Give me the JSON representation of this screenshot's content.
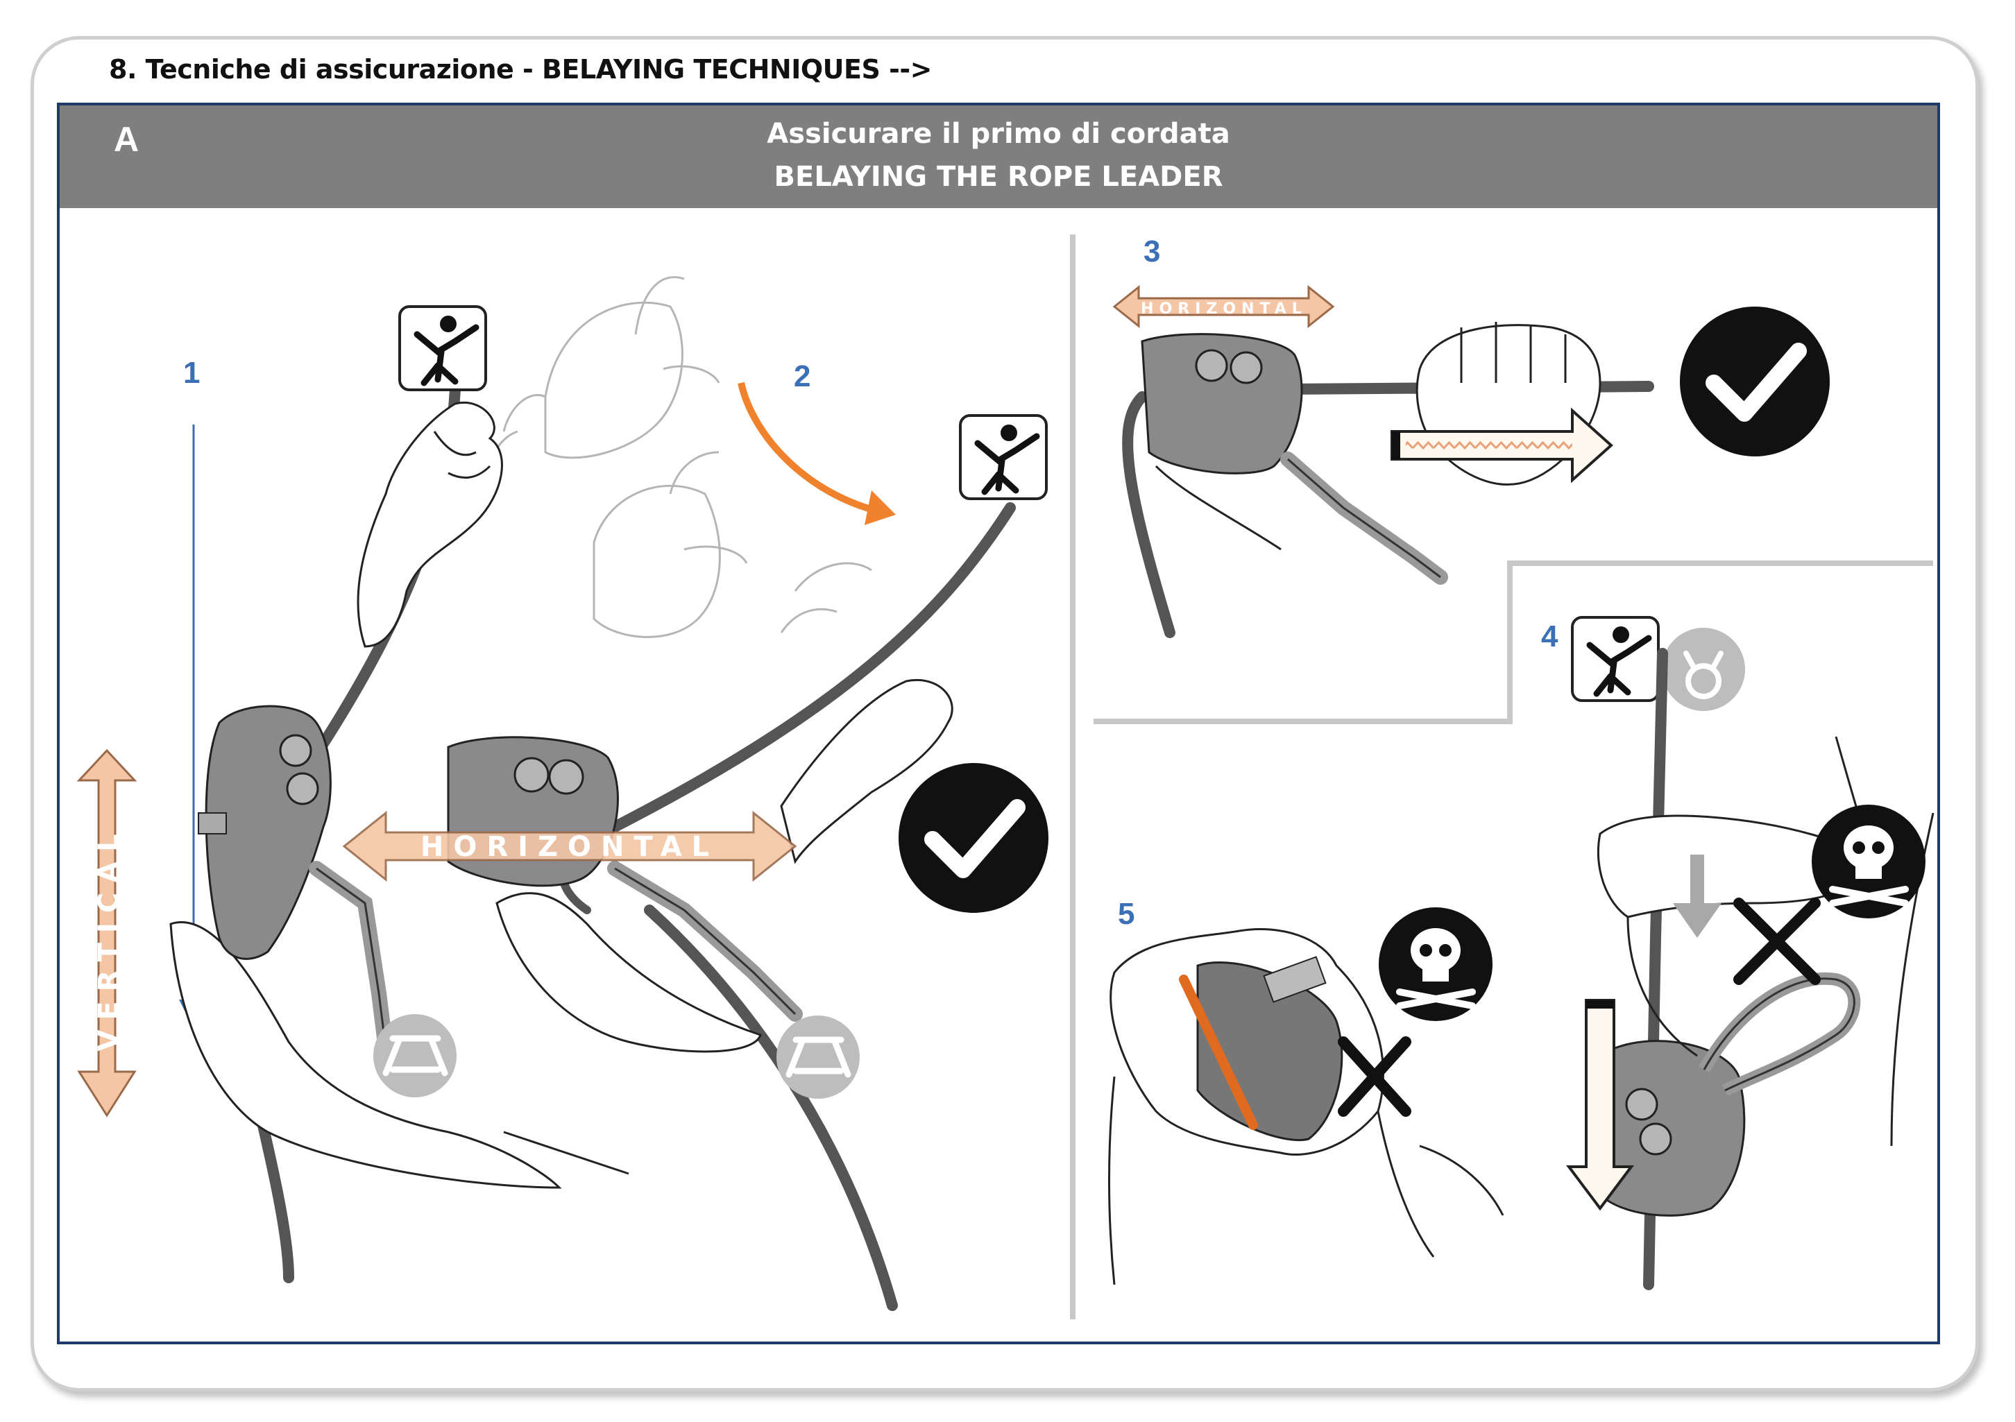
{
  "page": {
    "title": "8. Tecniche di assicurazione - BELAYING TECHNIQUES -->"
  },
  "header": {
    "letter": "A",
    "title_it": "Assicurare il primo di cordata",
    "title_en": "BELAYING THE ROPE LEADER"
  },
  "steps": [
    "1",
    "2",
    "3",
    "4",
    "5"
  ],
  "labels": {
    "vertical": "VERTICAL",
    "horizontal_large": "HORIZONTAL",
    "horizontal_small": "HORIZONTAL"
  },
  "colors": {
    "header_bg": "#7f7f7f",
    "panel_border": "#1e3a6b",
    "step_number": "#3b6fb6",
    "arrow_fill": "#f4c6a6",
    "arrow_stroke": "#9a6a4a",
    "curve_arrow": "#f0822e",
    "rope": "#555555",
    "device_orange": "#e06a20"
  },
  "icons": [
    "climber-icon",
    "checkmark-icon",
    "skull-icon",
    "cross-icon",
    "harness-icon",
    "belay-device"
  ]
}
